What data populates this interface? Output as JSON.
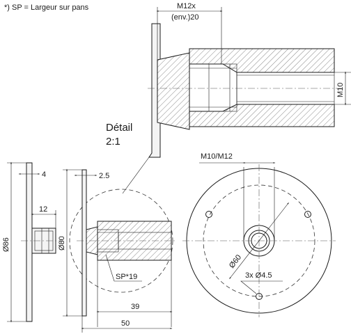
{
  "note": "*) SP = Largeur sur pans",
  "detail_label": {
    "line1": "Détail",
    "line2": "2:1"
  },
  "dims": {
    "m12x": "M12x",
    "env20": "(env.)20",
    "m10": "M10",
    "four": "4",
    "twelve": "12",
    "dia86": "Ø86",
    "two_five": "2.5",
    "dia80": "Ø80",
    "sp19": "SP*19",
    "thirty_nine": "39",
    "fifty": "50",
    "m10_m12": "M10/M12",
    "dia60": "Ø60",
    "holes": "3x Ø4.5"
  }
}
